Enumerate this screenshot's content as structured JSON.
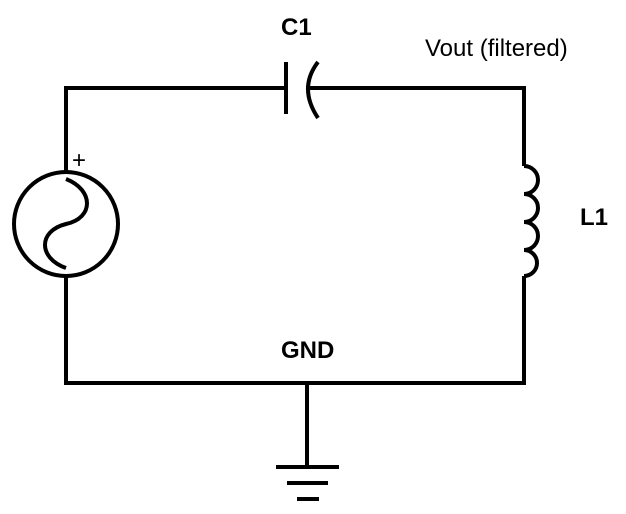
{
  "labels": {
    "capacitor": "C1",
    "inductor": "L1",
    "output": "Vout (filtered)",
    "ground": "GND",
    "source_polarity": "+"
  },
  "colors": {
    "stroke": "#000000",
    "background": "#ffffff"
  },
  "icons": {
    "source": "ac-voltage-source-icon",
    "capacitor": "polarized-capacitor-icon",
    "inductor": "inductor-coil-icon",
    "ground": "ground-symbol-icon"
  }
}
